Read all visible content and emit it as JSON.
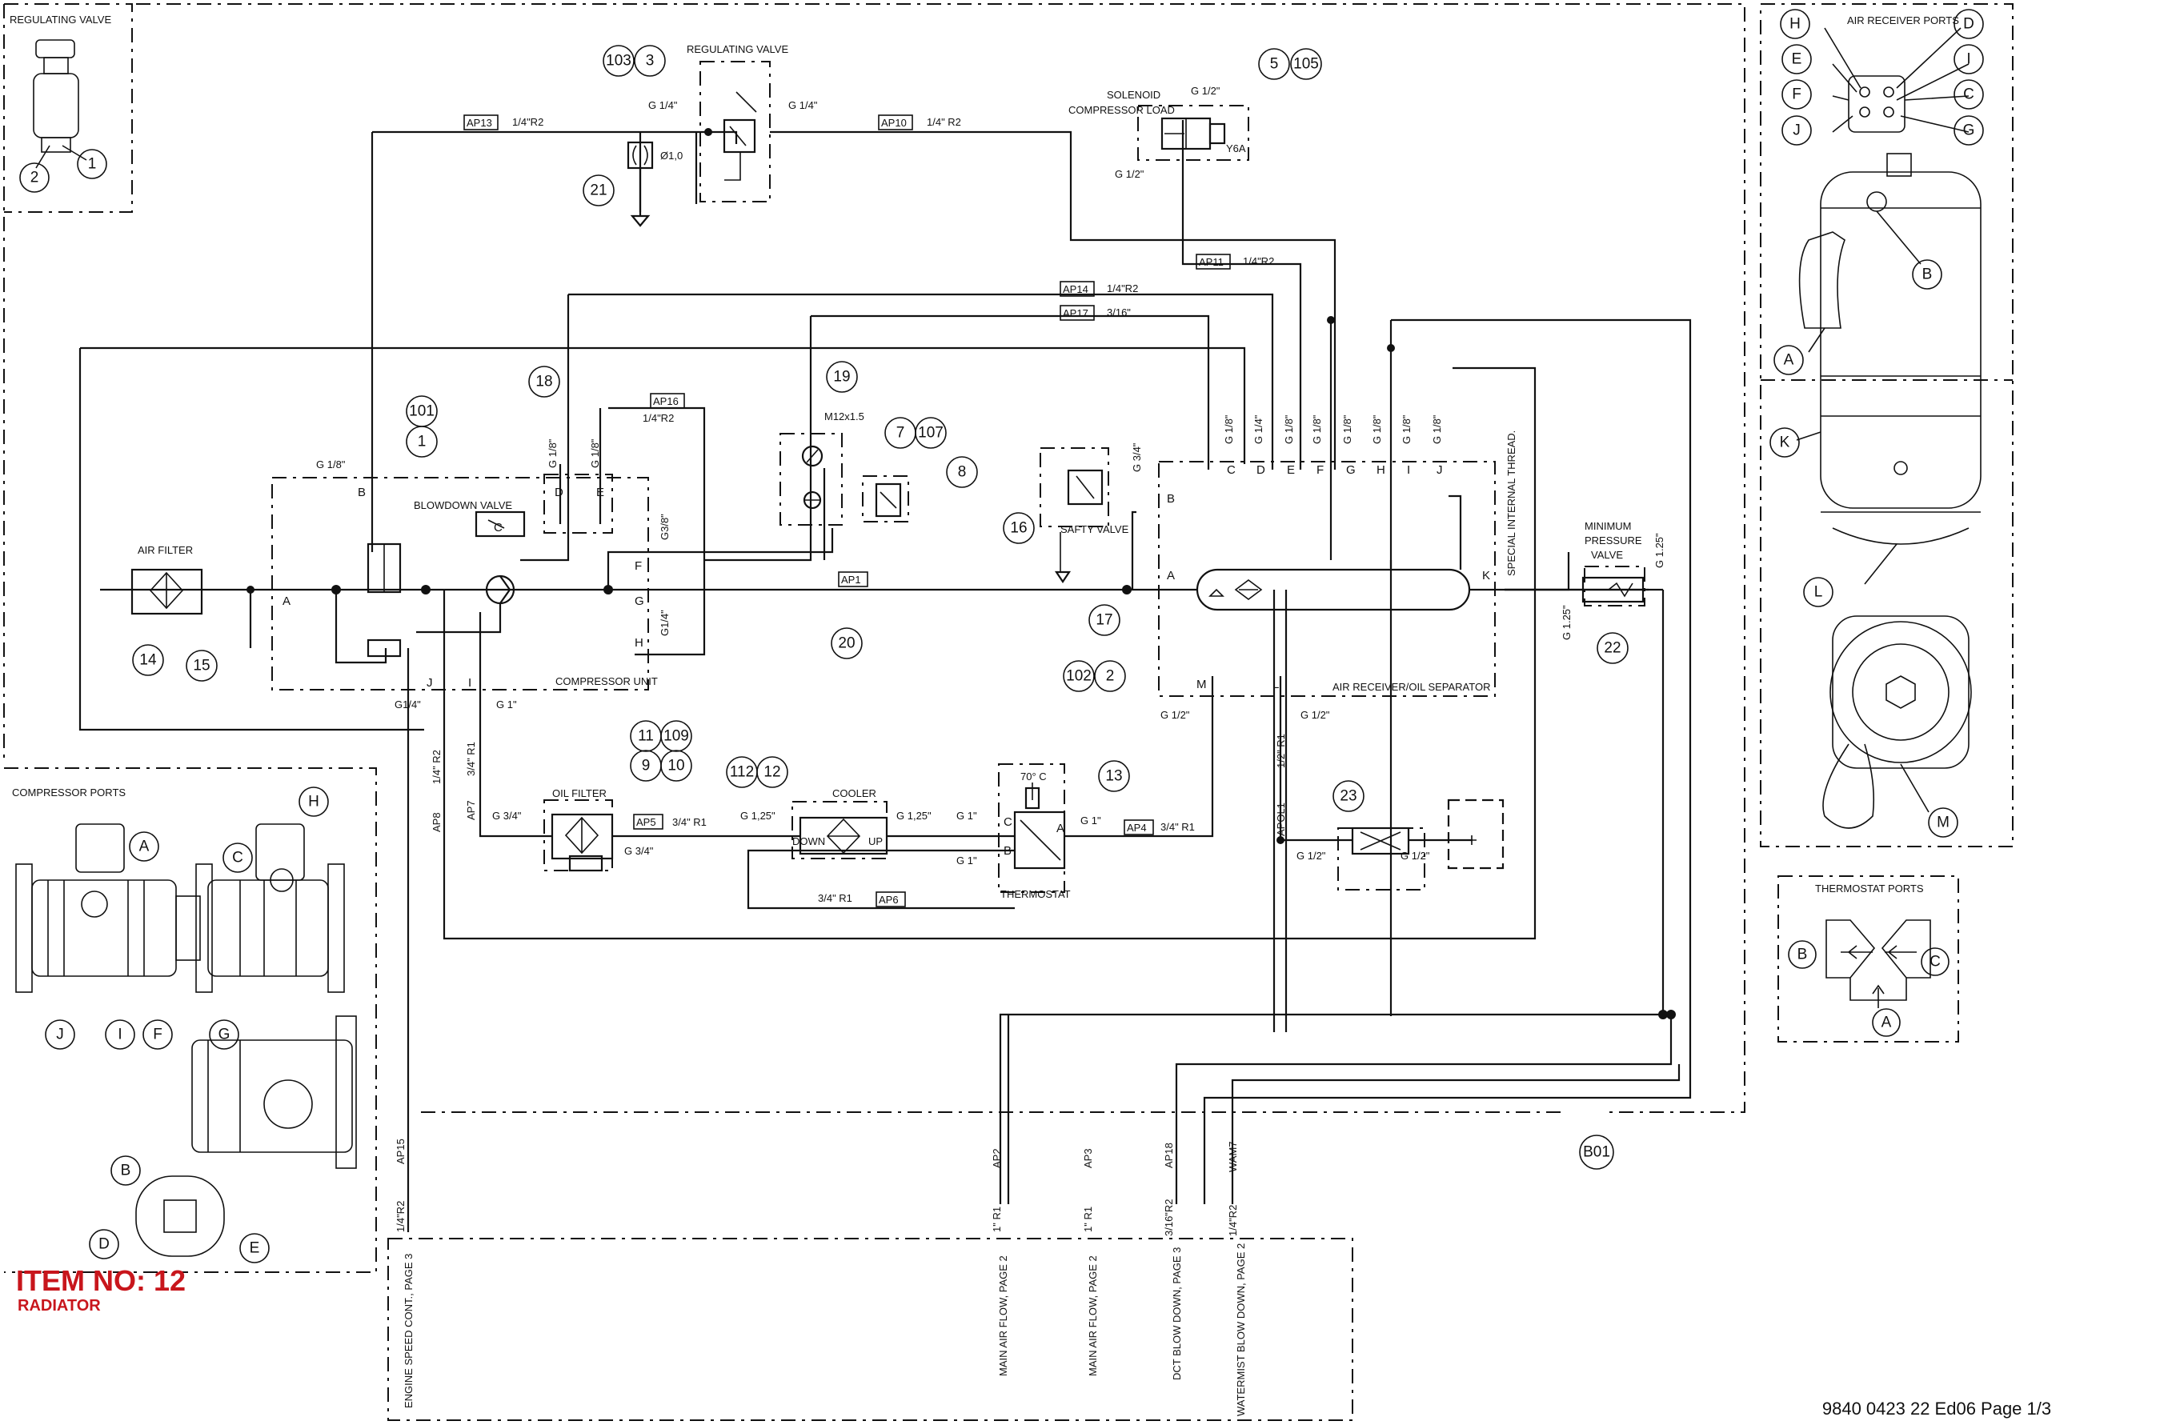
{
  "labels": {
    "regulating_valve_top": "REGULATING VALVE",
    "regulating_valve": "REGULATING VALVE",
    "solenoid": "SOLENOID",
    "compressor_load": "COMPRESSOR LOAD",
    "blowdown_valve": "BLOWDOWN VALVE",
    "air_filter": "AIR FILTER",
    "compressor_unit": "COMPRESSOR UNIT",
    "oil_filter": "OIL FILTER",
    "cooler": "COOLER",
    "down": "DOWN",
    "up": "UP",
    "thermostat": "THERMOSTAT",
    "thermo_temp": "70° C",
    "safty_valve": "SAFTY VALVE",
    "air_receiver_sep": "AIR RECEIVER/OIL SEPARATOR",
    "special_thread": "SPECIAL INTERNAL THREAD.",
    "min_pressure_1": "MINIMUM",
    "min_pressure_2": "PRESSURE",
    "min_pressure_3": "VALVE",
    "air_receiver_ports": "AIR RECEIVER PORTS",
    "compressor_ports": "COMPRESSOR PORTS",
    "thermostat_ports": "THERMOSTAT PORTS",
    "m12": "M12x1.5",
    "orifice": "Ø1,0",
    "y6a": "Y6A"
  },
  "lines": {
    "ap13": "AP13",
    "ap13_s": "1/4\"R2",
    "ap10": "AP10",
    "ap10_s": "1/4\" R2",
    "ap11": "AP11",
    "ap11_s": "1/4\"R2",
    "ap14": "AP14",
    "ap14_s": "1/4\"R2",
    "ap17": "AP17",
    "ap17_s": "3/16\"",
    "ap16": "AP16",
    "ap16_s": "1/4\"R2",
    "ap1": "AP1",
    "ap5": "AP5",
    "ap5_s": "3/4\" R1",
    "ap4": "AP4",
    "ap4_s": "3/4\" R1",
    "ap6": "AP6",
    "ap6_s": "3/4\" R1",
    "ap7": "AP7",
    "ap7_s": "3/4\" R1",
    "ap8": "AP8",
    "ap8_s": "1/4\" R2",
    "ap15": "AP15",
    "ap15_s": "1/4\"R2",
    "ap2": "AP2",
    "ap2_s": "1\" R1",
    "ap3": "AP3",
    "ap3_s": "1\" R1",
    "ap18": "AP18",
    "ap18_s": "3/16\"R2",
    "wam7": "WAM7",
    "wam7_s": "1/4\"R2",
    "apol1": "APOL1",
    "apol1_s": "1/2\" R1"
  },
  "ports": {
    "g14a": "G 1/4\"",
    "g14b": "G 1/4\"",
    "g12a": "G 1/2\"",
    "g12b": "G 1/2\"",
    "g18": "G 1/8\"",
    "g34_sv": "G 3/4\"",
    "g125": "G 1.25\"",
    "g125b": "G 1.25\"",
    "g14_j": "G1/4\"",
    "g1_i": "G 1\"",
    "g12_m": "G 1/2\"",
    "g12_l": "G 1/2\"",
    "g34_of1": "G 3/4\"",
    "g34_of2": "G 3/4\"",
    "g125_c1": "G 1,25\"",
    "g125_c2": "G 1,25\"",
    "g1_t1": "G 1\"",
    "g1_t2": "G 1\"",
    "g1_t3": "G 1\"",
    "g12_d1": "G 1/2\"",
    "g12_d2": "G 1/2\"",
    "g18_c": "G 1/8\"",
    "g18_e": "G 1/8\"",
    "g38_f": "G3/8\"",
    "g14_h": "G1/4\""
  },
  "rec_ports": [
    "C",
    "D",
    "E",
    "F",
    "G",
    "H",
    "I",
    "J"
  ],
  "rec_sizes": [
    "G 1/8\"",
    "G 1/4\"",
    "G 1/8\"",
    "G 1/8\"",
    "G 1/8\"",
    "G 1/8\"",
    "G 1/8\"",
    "G 1/8\""
  ],
  "bubbles": {
    "b103": "103",
    "b3": "3",
    "b5": "5",
    "b105": "105",
    "b21": "21",
    "b101": "101",
    "b1": "1",
    "b18": "18",
    "b19": "19",
    "b7": "7",
    "b107": "107",
    "b8": "8",
    "b16": "16",
    "b17": "17",
    "b102": "102",
    "b2": "2",
    "b20": "20",
    "b14": "14",
    "b15": "15",
    "b11": "11",
    "b109": "109",
    "b9": "9",
    "b10": "10",
    "b112": "112",
    "b12": "12",
    "b13": "13",
    "b23": "23",
    "b22": "22",
    "b01": "B01",
    "rv2": "2",
    "rv1": "1",
    "ar_h": "H",
    "ar_d": "D",
    "ar_e": "E",
    "ar_i": "I",
    "ar_f": "F",
    "ar_c": "C",
    "ar_j": "J",
    "ar_g": "G",
    "ar_b": "B",
    "ar_a": "A",
    "ar_k": "K",
    "ar_l": "L",
    "ar_m": "M",
    "cp_a": "A",
    "cp_h": "H",
    "cp_c": "C",
    "cp_j": "J",
    "cp_i": "I",
    "cp_f": "F",
    "cp_g": "G",
    "cp_b": "B",
    "cp_d": "D",
    "cp_e": "E",
    "tp_b": "B",
    "tp_c": "C",
    "tp_a": "A"
  },
  "letters": {
    "A": "A",
    "B": "B",
    "C": "C",
    "D": "D",
    "E": "E",
    "F": "F",
    "G": "G",
    "H": "H",
    "I": "I",
    "J": "J",
    "K": "K",
    "L": "L",
    "M": "M"
  },
  "destinations": {
    "d1": "ENGINE SPEED CONT., PAGE 3",
    "d2": "MAIN AIR FLOW, PAGE 2",
    "d3": "MAIN AIR FLOW, PAGE 2",
    "d4": "DCT BLOW DOWN, PAGE 3",
    "d5": "WATERMIST BLOW DOWN, PAGE 2"
  },
  "item": {
    "title": "ITEM NO: 12",
    "subtitle": "RADIATOR"
  },
  "footer": "9840 0423 22 Ed06 Page 1/3",
  "colors": {
    "ink": "#111111",
    "item_red": "#c8161c"
  }
}
